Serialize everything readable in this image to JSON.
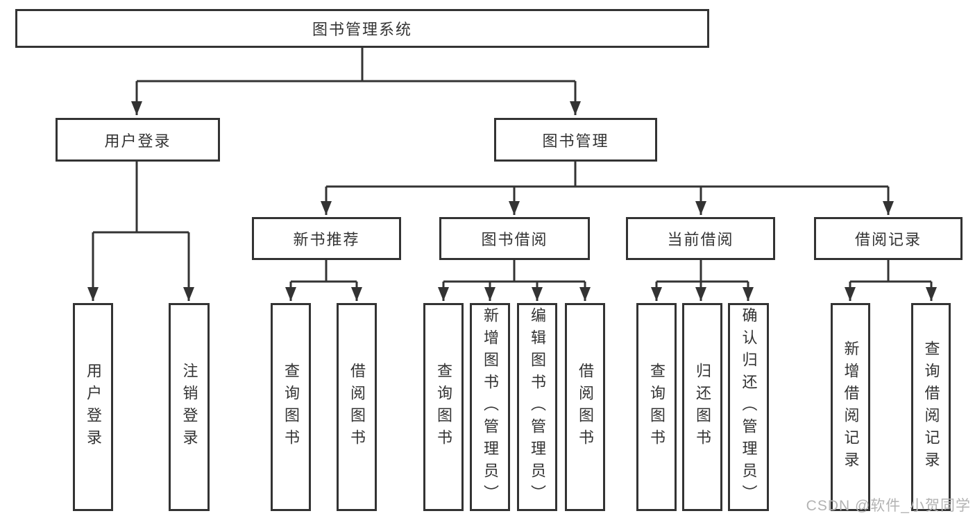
{
  "diagram": {
    "root": {
      "label": "图书管理系统"
    },
    "level2": [
      {
        "label": "用户登录"
      },
      {
        "label": "图书管理"
      }
    ],
    "level3": [
      {
        "label": "新书推荐"
      },
      {
        "label": "图书借阅"
      },
      {
        "label": "当前借阅"
      },
      {
        "label": "借阅记录"
      }
    ],
    "leaves": {
      "user_login": [
        "用户登录",
        "注销登录"
      ],
      "new_books": [
        "查询图书",
        "借阅图书"
      ],
      "book_borrow": [
        "查询图书",
        "新增图书（管理员）",
        "编辑图书（管理员）",
        "借阅图书"
      ],
      "current_borrow": [
        "查询图书",
        "归还图书",
        "确认归还（管理员）"
      ],
      "borrow_records": [
        "新增借阅记录",
        "查询借阅记录"
      ]
    }
  },
  "watermark": {
    "text": "CSDN @软件_小贺同学",
    "color": "#b3b3b3"
  },
  "colors": {
    "line": "#333333",
    "box_border": "#333333",
    "box_fill": "#ffffff",
    "text": "#333333",
    "background": "#ffffff"
  }
}
